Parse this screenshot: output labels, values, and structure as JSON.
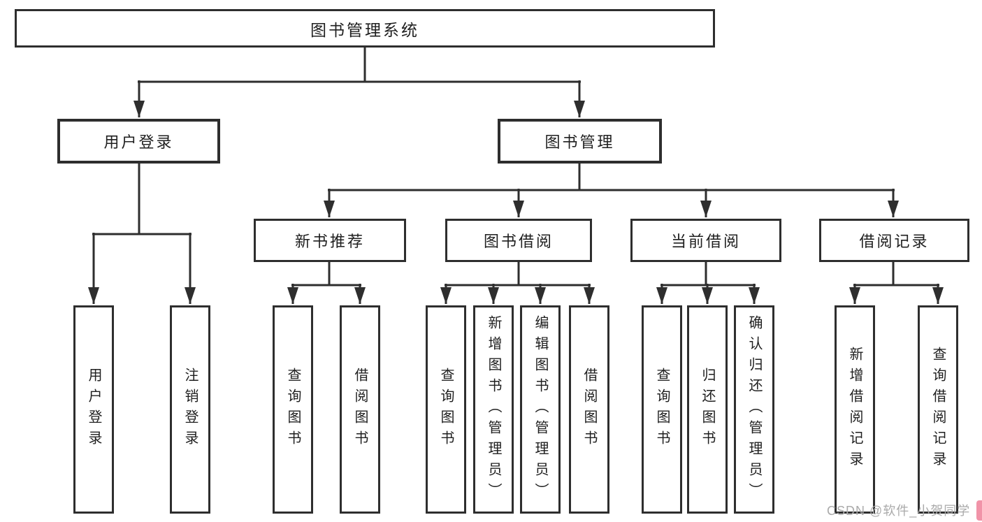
{
  "title": "图书管理系统",
  "colors": {
    "line": "#2e2e2e",
    "text": "#1f1f1f",
    "background": "#ffffff",
    "watermark_text": "#aaaaaa",
    "watermark_accent": "#ee8099"
  },
  "tree": {
    "root": {
      "label": "图书管理系统"
    },
    "branches": [
      {
        "label": "用户登录",
        "children": [
          {
            "label": "用户登录"
          },
          {
            "label": "注销登录"
          }
        ]
      },
      {
        "label": "图书管理",
        "children": [
          {
            "label": "新书推荐",
            "children": [
              {
                "label": "查询图书"
              },
              {
                "label": "借阅图书"
              }
            ]
          },
          {
            "label": "图书借阅",
            "children": [
              {
                "label": "查询图书"
              },
              {
                "label": "新增图书（管理员）"
              },
              {
                "label": "编辑图书（管理员）"
              },
              {
                "label": "借阅图书"
              }
            ]
          },
          {
            "label": "当前借阅",
            "children": [
              {
                "label": "查询图书"
              },
              {
                "label": "归还图书"
              },
              {
                "label": "确认归还（管理员）"
              }
            ]
          },
          {
            "label": "借阅记录",
            "children": [
              {
                "label": "新增借阅记录"
              },
              {
                "label": "查询借阅记录"
              }
            ]
          }
        ]
      }
    ]
  },
  "watermark": {
    "text": "CSDN @软件_小贺同学"
  }
}
